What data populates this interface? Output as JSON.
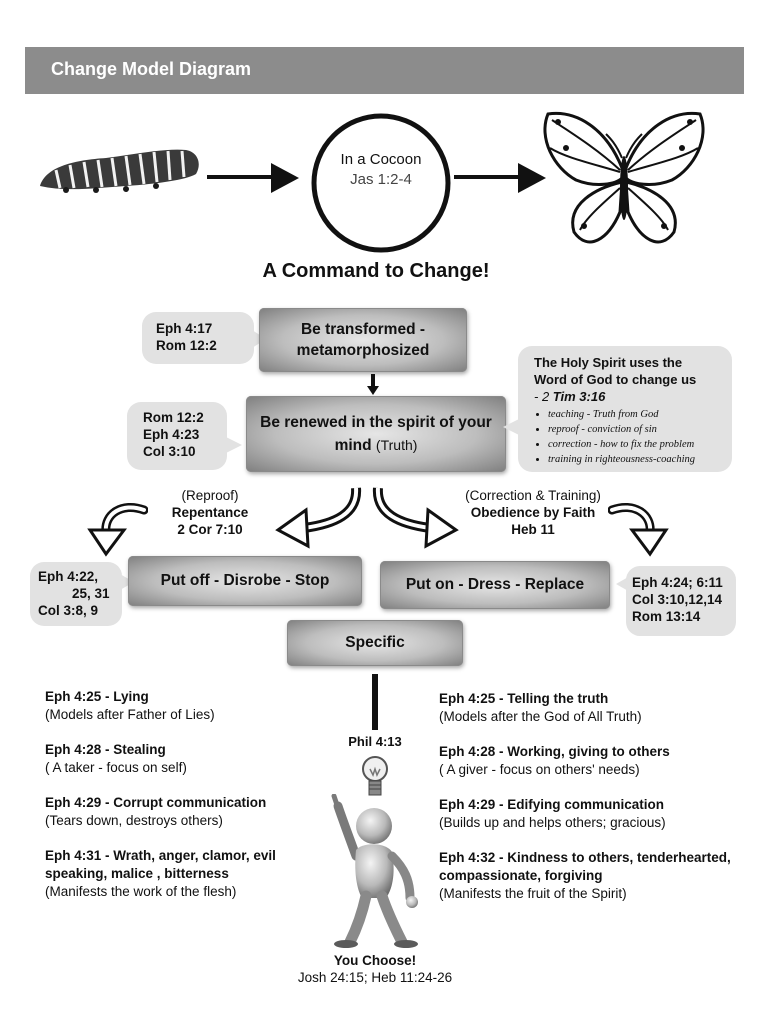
{
  "header": {
    "title": "Change Model Diagram"
  },
  "cocoon": {
    "line1": "In a Cocoon",
    "line2": "Jas 1:2-4"
  },
  "command_title": "A Command to Change!",
  "transform": {
    "text": "Be transformed - metamorphosized",
    "refs": [
      "Eph 4:17",
      "Rom 12:2"
    ]
  },
  "renew": {
    "text": "Be renewed in the spirit of your mind",
    "suffix": "(Truth)",
    "refs": [
      "Rom 12:2",
      "Eph 4:23",
      "Col 3:10"
    ]
  },
  "holy_spirit": {
    "line1": "The Holy Spirit uses the",
    "line2": "Word of God to change us",
    "ref_prefix": "- 2 ",
    "ref_bold": "Tim 3:16",
    "items": [
      "teaching - Truth from God",
      "reproof - conviction of sin",
      "correction - how to fix the problem",
      "training in righteousness-coaching"
    ]
  },
  "left_branch": {
    "paren": "(Reproof)",
    "title": "Repentance",
    "ref": "2 Cor 7:10"
  },
  "right_branch": {
    "paren": "(Correction & Training)",
    "title": "Obedience by Faith",
    "ref": "Heb 11"
  },
  "put_off": {
    "text": "Put off - Disrobe - Stop",
    "refs": [
      "Eph 4:22,",
      "25, 31",
      "Col 3:8, 9"
    ]
  },
  "put_on": {
    "text": "Put on - Dress - Replace",
    "refs": [
      "Eph 4:24; 6:11",
      "Col 3:10,12,14",
      "Rom 13:14"
    ]
  },
  "specific": {
    "text": "Specific"
  },
  "phil": "Phil 4:13",
  "left_list": [
    {
      "title": "Eph 4:25 - Lying",
      "desc": "(Models after Father of Lies)"
    },
    {
      "title": "Eph 4:28 - Stealing",
      "desc": "( A taker - focus on self)"
    },
    {
      "title": "Eph 4:29 - Corrupt communication",
      "desc": "(Tears down, destroys others)"
    },
    {
      "title": "Eph 4:31 - Wrath, anger, clamor, evil speaking, malice , bitterness",
      "desc": "(Manifests the work of the flesh)"
    }
  ],
  "right_list": [
    {
      "title": "Eph 4:25 - Telling the truth",
      "desc": "(Models after the God of All Truth)"
    },
    {
      "title": "Eph 4:28 - Working, giving to others",
      "desc": "( A giver - focus on others' needs)"
    },
    {
      "title": "Eph 4:29 - Edifying communication",
      "desc": "(Builds up and helps others; gracious)"
    },
    {
      "title": "Eph 4:32 - Kindness to others, tenderhearted, compassionate, forgiving",
      "desc": "(Manifests the fruit of the Spirit)"
    }
  ],
  "choose": {
    "title": "You Choose!",
    "refs": "Josh 24:15; Heb 11:24-26"
  },
  "icons": [
    "caterpillar-icon",
    "butterfly-icon",
    "arrow-right-icon",
    "lightbulb-icon",
    "thinking-figure-icon",
    "curved-arrow-icon"
  ]
}
